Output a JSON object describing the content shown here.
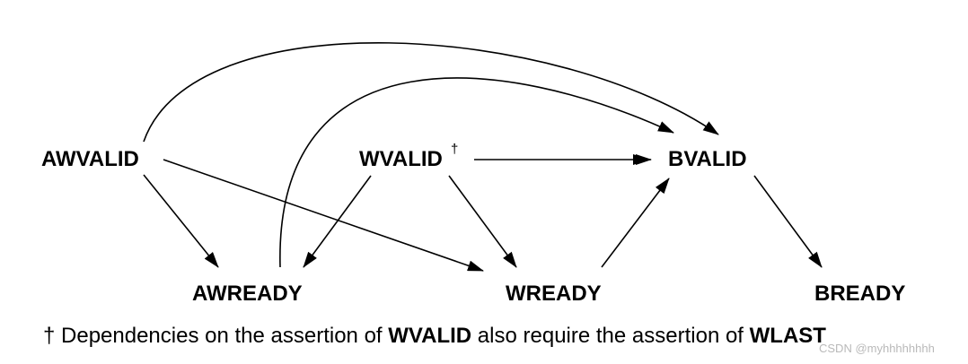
{
  "nodes": {
    "awvalid": "AWVALID",
    "wvalid": "WVALID",
    "wvalid_mark": "†",
    "bvalid": "BVALID",
    "awready": "AWREADY",
    "wready": "WREADY",
    "bready": "BREADY"
  },
  "edges": [
    {
      "from": "AWVALID",
      "to": "AWREADY"
    },
    {
      "from": "AWVALID",
      "to": "WREADY"
    },
    {
      "from": "AWVALID",
      "to": "BVALID"
    },
    {
      "from": "AWREADY",
      "to": "BVALID"
    },
    {
      "from": "WVALID",
      "to": "AWREADY"
    },
    {
      "from": "WVALID",
      "to": "WREADY"
    },
    {
      "from": "WVALID",
      "to": "BVALID"
    },
    {
      "from": "WREADY",
      "to": "BVALID"
    },
    {
      "from": "BVALID",
      "to": "BREADY"
    }
  ],
  "footnote": {
    "prefix": "† Dependencies on the assertion of ",
    "signal1": "WVALID",
    "middle": " also require the assertion of ",
    "signal2": "WLAST"
  },
  "watermark": "CSDN @myhhhhhhhh"
}
